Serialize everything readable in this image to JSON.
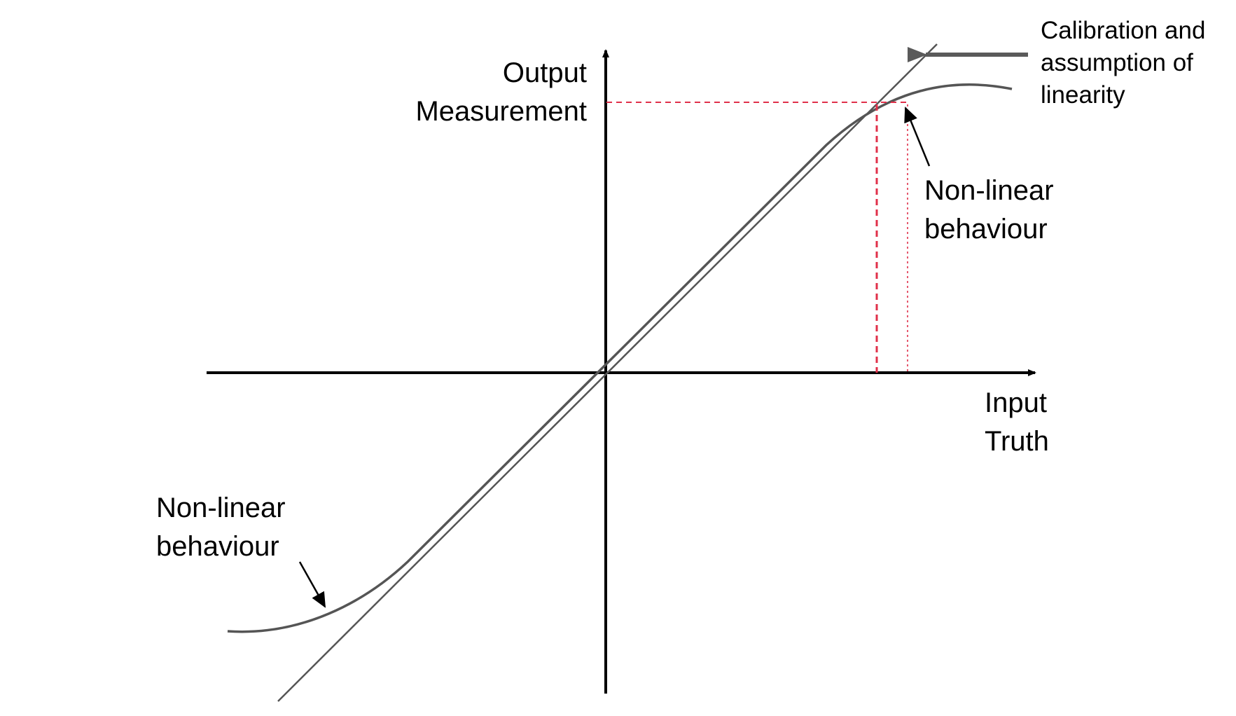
{
  "labels": {
    "y_axis": [
      "Output",
      "Measurement"
    ],
    "x_axis": [
      "Input",
      "Truth"
    ],
    "calibration": [
      "Calibration and",
      "assumption of",
      "linearity"
    ],
    "nonlinear_upper": [
      "Non-linear",
      "behaviour"
    ],
    "nonlinear_lower": [
      "Non-linear",
      "behaviour"
    ]
  },
  "colors": {
    "axis": "#000000",
    "curve": "#555555",
    "calibration_line": "#555555",
    "pointer_arrow": "#5a5a5a",
    "dashed_guide": "#e0304a"
  }
}
